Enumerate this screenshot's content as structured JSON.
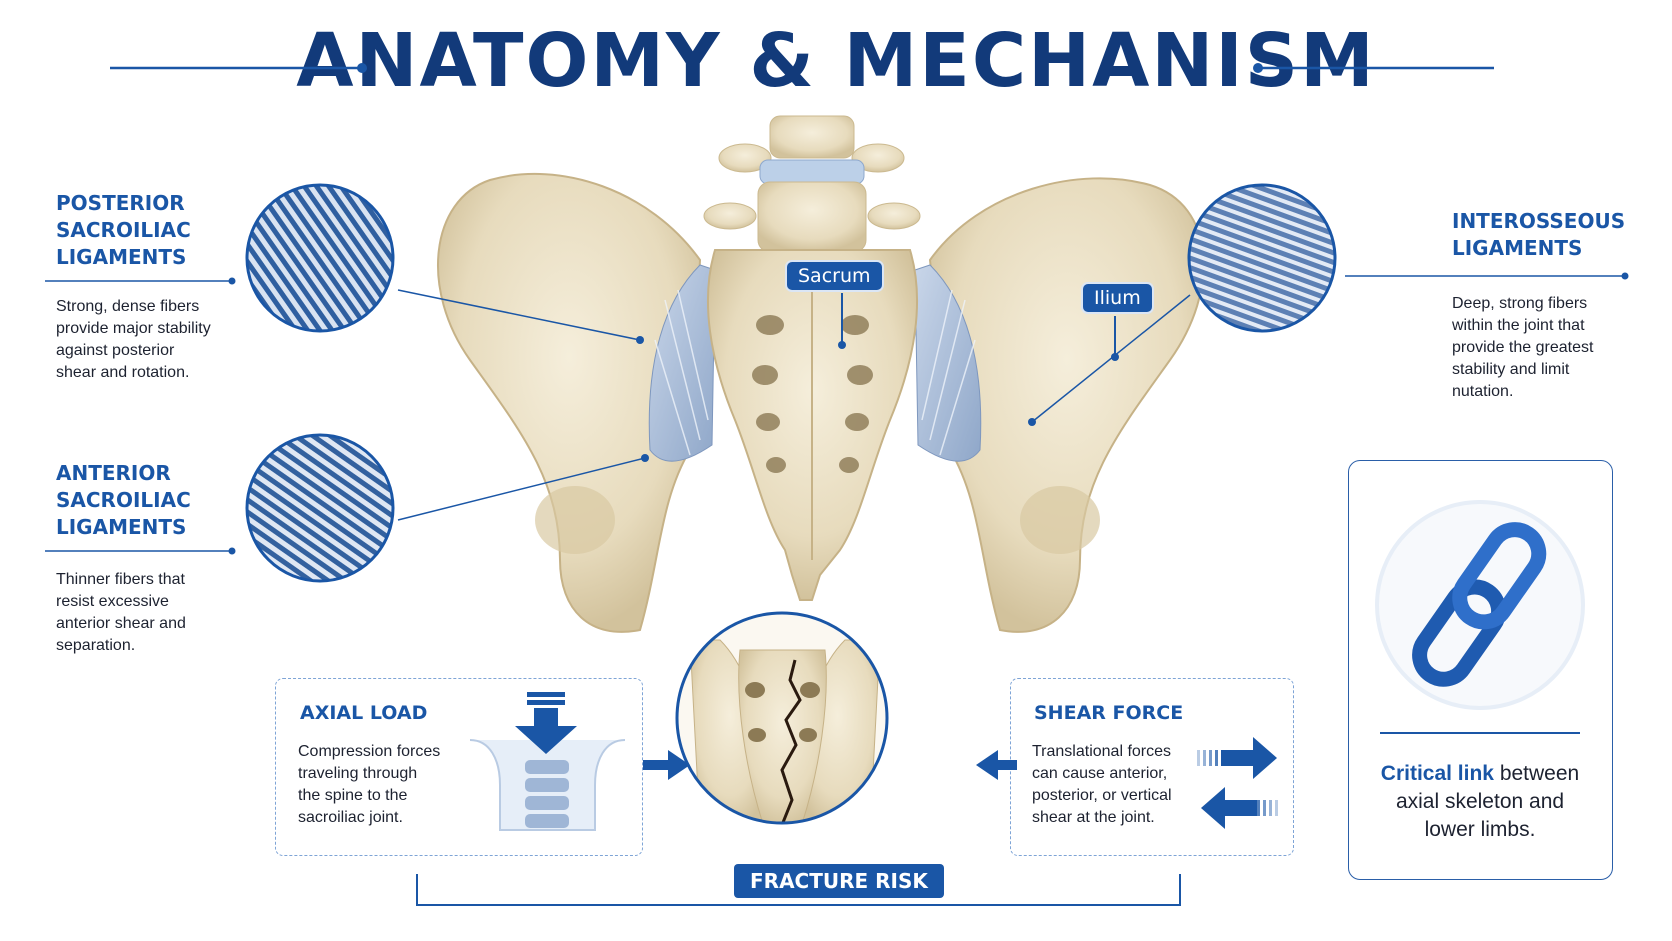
{
  "title": "ANATOMY & MECHANISM",
  "left": {
    "posterior": {
      "heading": [
        "POSTERIOR",
        "SACROILIAC",
        "LIGAMENTS"
      ],
      "body": [
        "Strong, dense fibers",
        "provide major stability",
        "against posterior",
        "shear and rotation."
      ]
    },
    "anterior": {
      "heading": [
        "ANTERIOR",
        "SACROILIAC",
        "LIGAMENTS"
      ],
      "body": [
        "Thinner fibers that",
        "resist excessive",
        "anterior shear and",
        "separation."
      ]
    }
  },
  "right": {
    "interosseous": {
      "heading": [
        "INTEROSSEOUS",
        "LIGAMENTS"
      ],
      "body": [
        "Deep, strong fibers",
        "within the joint that",
        "provide the greatest",
        "stability and limit",
        "nutation."
      ]
    }
  },
  "labels": {
    "sacrum": "Sacrum",
    "ilium": "Ilium"
  },
  "mechanism": {
    "axial": {
      "heading": "AXIAL LOAD",
      "body": [
        "Compression forces",
        "traveling through",
        "the spine to the",
        "sacroiliac joint."
      ]
    },
    "shear": {
      "heading": "SHEAR FORCE",
      "body": [
        "Translational forces",
        "can cause anterior,",
        "posterior, or vertical",
        "shear at the joint."
      ]
    },
    "fracture_label": "FRACTURE RISK"
  },
  "link_card": {
    "strong": "Critical link",
    "rest_line1": " between",
    "line2": "axial skeleton and",
    "line3": "lower limbs."
  },
  "colors": {
    "accent": "#1a56a6",
    "title": "#123a7a",
    "bone": "#ece2c8",
    "ligament": "#aebfd8"
  }
}
